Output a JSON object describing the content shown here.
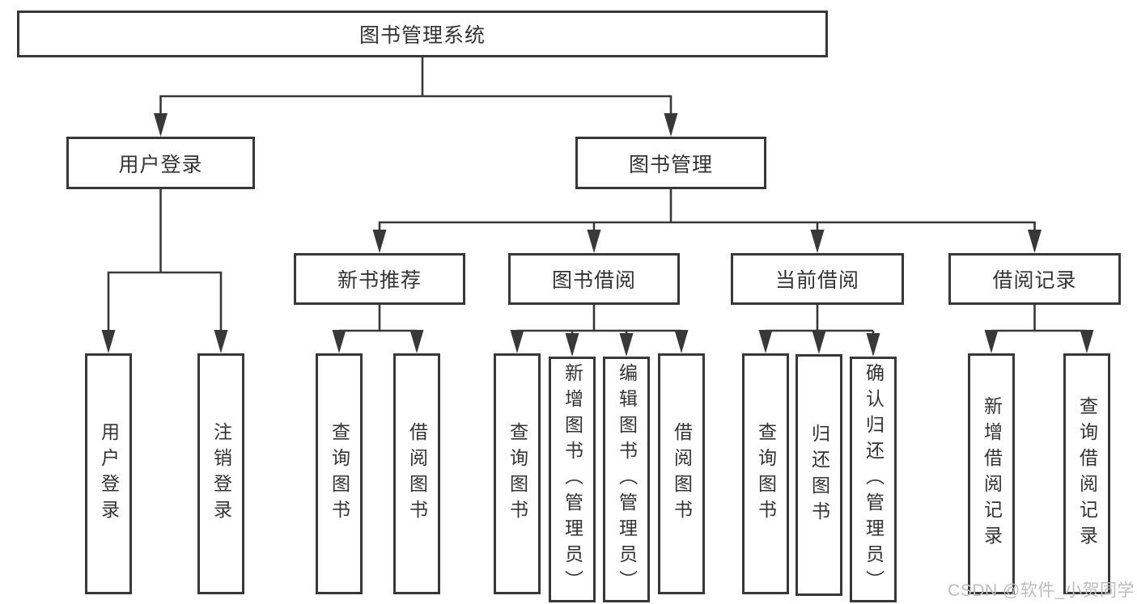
{
  "diagram": {
    "root": "图书管理系统",
    "branches": [
      {
        "label": "用户登录",
        "children": [
          "用户登录",
          "注销登录"
        ]
      },
      {
        "label": "图书管理",
        "groups": [
          {
            "label": "新书推荐",
            "children": [
              "查询图书",
              "借阅图书"
            ]
          },
          {
            "label": "图书借阅",
            "children": [
              "查询图书",
              "新增图书（管理员）",
              "编辑图书（管理员）",
              "借阅图书"
            ]
          },
          {
            "label": "当前借阅",
            "children": [
              "查询图书",
              "归还图书",
              "确认归还（管理员）"
            ]
          },
          {
            "label": "借阅记录",
            "children": [
              "新增借阅记录",
              "查询借阅记录"
            ]
          }
        ]
      }
    ]
  },
  "watermark": "CSDN @软件_小贺同学",
  "colors": {
    "line": "#383838",
    "box_border": "#383838",
    "text": "#333333",
    "background": "#ffffff",
    "watermark": "#bcbcbc"
  }
}
